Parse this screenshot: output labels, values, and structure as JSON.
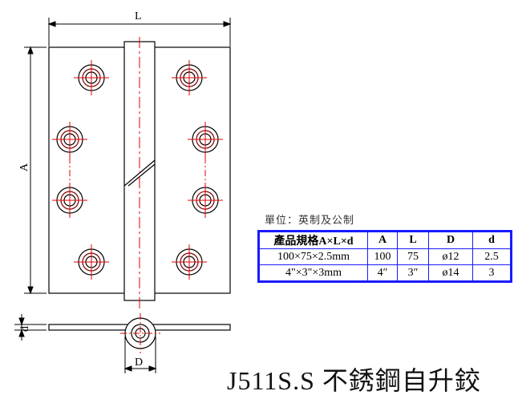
{
  "dimensions": {
    "length_label": "L",
    "height_label": "A",
    "thickness_label": "d",
    "diameter_label": "D"
  },
  "unit_note": "單位：英制及公制",
  "table": {
    "header": [
      "產品規格A×L×d",
      "A",
      "L",
      "D",
      "d"
    ],
    "rows": [
      [
        "100×75×2.5mm",
        "100",
        "75",
        "ø12",
        "2.5"
      ],
      [
        "4\"×3\"×3mm",
        "4″",
        "3″",
        "ø14",
        "3"
      ]
    ],
    "border_color": "#1a1aff"
  },
  "title": "J511S.S 不銹鋼自升鉸",
  "colors": {
    "outline": "#000000",
    "centerline": "#e00000"
  }
}
